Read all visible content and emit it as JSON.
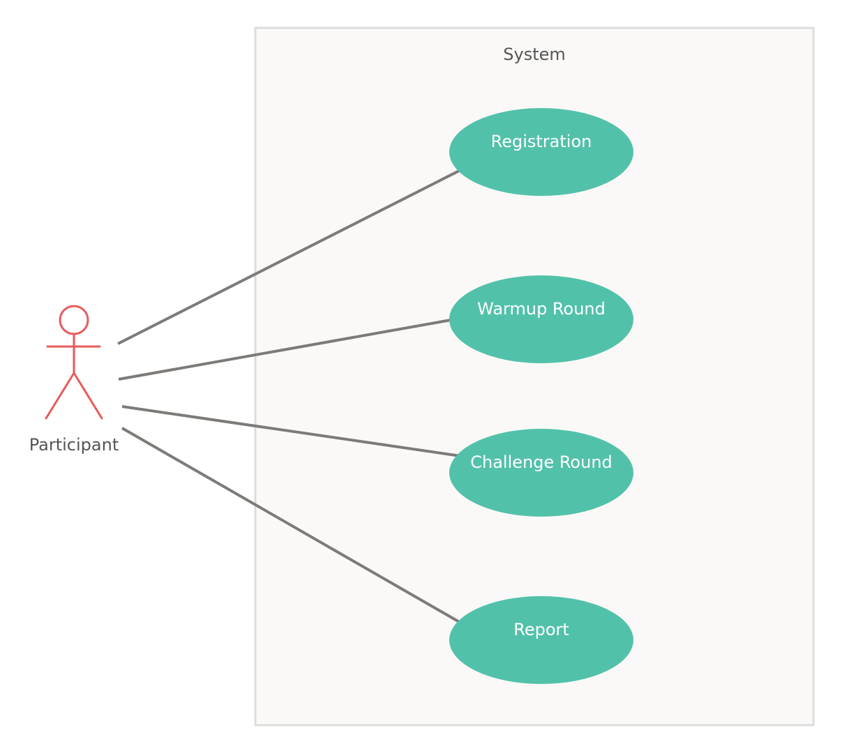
{
  "system": {
    "title": "System"
  },
  "actor": {
    "label": "Participant",
    "icon": "stick-figure-icon"
  },
  "use_cases": [
    {
      "label": "Registration"
    },
    {
      "label": "Warmup Round"
    },
    {
      "label": "Challenge Round"
    },
    {
      "label": "Report"
    }
  ],
  "colors": {
    "boundary_fill": "#faf9f7",
    "boundary_stroke": "#dddddd",
    "actor": "#e85a5a",
    "use_case_fill": "#52c1aa",
    "connector": "#7d7a77",
    "text": "#555555",
    "use_case_text": "#ffffff"
  }
}
